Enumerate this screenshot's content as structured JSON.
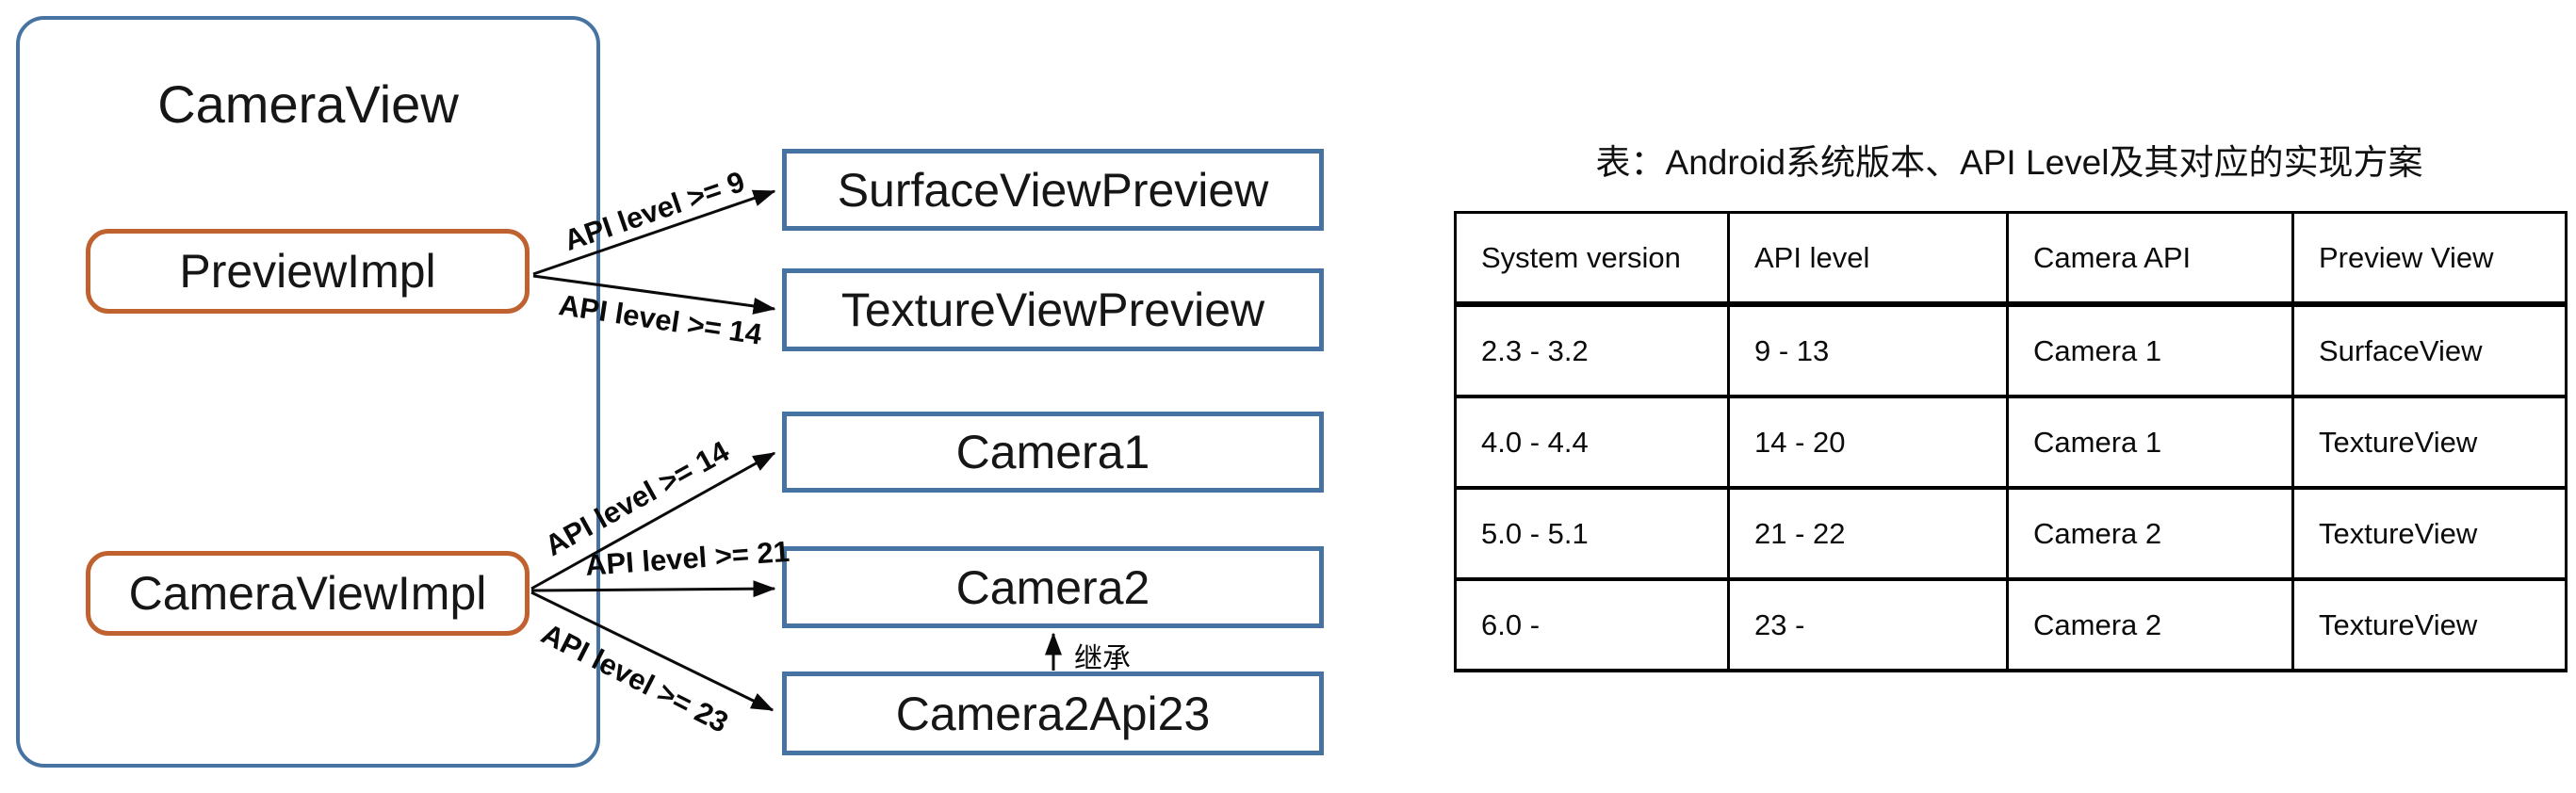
{
  "diagram": {
    "container": {
      "label": "CameraView"
    },
    "impl_nodes": [
      {
        "label": "PreviewImpl"
      },
      {
        "label": "CameraViewImpl"
      }
    ],
    "target_nodes": [
      {
        "label": "SurfaceViewPreview"
      },
      {
        "label": "TextureViewPreview"
      },
      {
        "label": "Camera1"
      },
      {
        "label": "Camera2"
      },
      {
        "label": "Camera2Api23"
      }
    ],
    "edges": [
      {
        "from": "PreviewImpl",
        "to": "SurfaceViewPreview",
        "label": "API level >= 9"
      },
      {
        "from": "PreviewImpl",
        "to": "TextureViewPreview",
        "label": "API level >= 14"
      },
      {
        "from": "CameraViewImpl",
        "to": "Camera1",
        "label": "API level >= 14"
      },
      {
        "from": "CameraViewImpl",
        "to": "Camera2",
        "label": "API level >= 21"
      },
      {
        "from": "CameraViewImpl",
        "to": "Camera2Api23",
        "label": "API level >= 23"
      },
      {
        "from": "Camera2Api23",
        "to": "Camera2",
        "label": "继承"
      }
    ],
    "colors": {
      "container_border": "#4673A2",
      "impl_node_border": "#C0622F",
      "target_node_border": "#4673A2",
      "arrow": "#0a0a0a"
    }
  },
  "table_section": {
    "title": "表：Android系统版本、API Level及其对应的实现方案",
    "table": {
      "headers": [
        "System version",
        "API level",
        "Camera API",
        "Preview View"
      ],
      "rows": [
        [
          "2.3 - 3.2",
          "9 - 13",
          "Camera 1",
          "SurfaceView"
        ],
        [
          "4.0 - 4.4",
          "14 - 20",
          "Camera 1",
          "TextureView"
        ],
        [
          "5.0 - 5.1",
          "21 - 22",
          "Camera 2",
          "TextureView"
        ],
        [
          "6.0 -",
          "23 -",
          "Camera 2",
          "TextureView"
        ]
      ]
    }
  }
}
